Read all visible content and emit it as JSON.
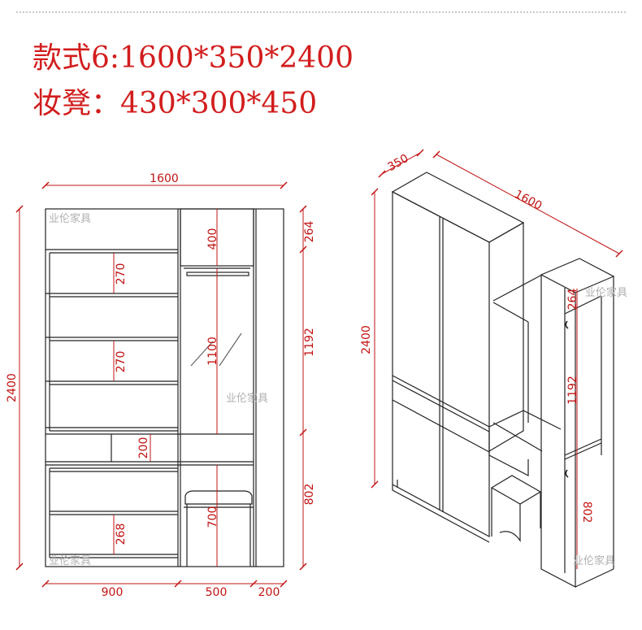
{
  "titles": {
    "style_line": "款式6:1600*350*2400",
    "stool_line": "妆凳：430*300*450"
  },
  "front_view": {
    "overall_width": "1600",
    "overall_height": "2400",
    "bottom_widths": [
      "900",
      "500",
      "200"
    ],
    "left_shelf_heights": [
      "270",
      "270",
      "268"
    ],
    "middle_heights": [
      "400",
      "1100",
      "200",
      "700"
    ],
    "right_heights": [
      "264",
      "1192",
      "802"
    ]
  },
  "iso_view": {
    "depth": "350",
    "width": "1600",
    "height": "2400",
    "panel_heights": [
      "264",
      "1192",
      "802"
    ]
  },
  "watermark": "业伦家具"
}
